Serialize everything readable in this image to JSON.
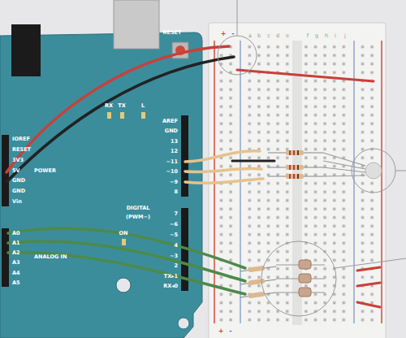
{
  "diagram": {
    "labels": [
      "RESET",
      "RX",
      "TX",
      "L",
      "AREF",
      "GND",
      "13",
      "12",
      "~11",
      "~10",
      "~9",
      "8",
      "DIGITAL",
      "(PWM~)",
      "7",
      "~6",
      "~5",
      "4",
      "~3",
      "2",
      "TX▸1",
      "RX◂0",
      "IOREF",
      "RESET",
      "3V3",
      "5V",
      "GND",
      "GND",
      "Vin",
      "POWER",
      "A0",
      "A1",
      "A2",
      "A3",
      "A4",
      "A5",
      "ANALOG IN",
      "ON",
      "+",
      "-",
      "a",
      "b",
      "c",
      "d",
      "e",
      "f",
      "g",
      "h",
      "i",
      "j",
      "+",
      "-"
    ]
  }
}
